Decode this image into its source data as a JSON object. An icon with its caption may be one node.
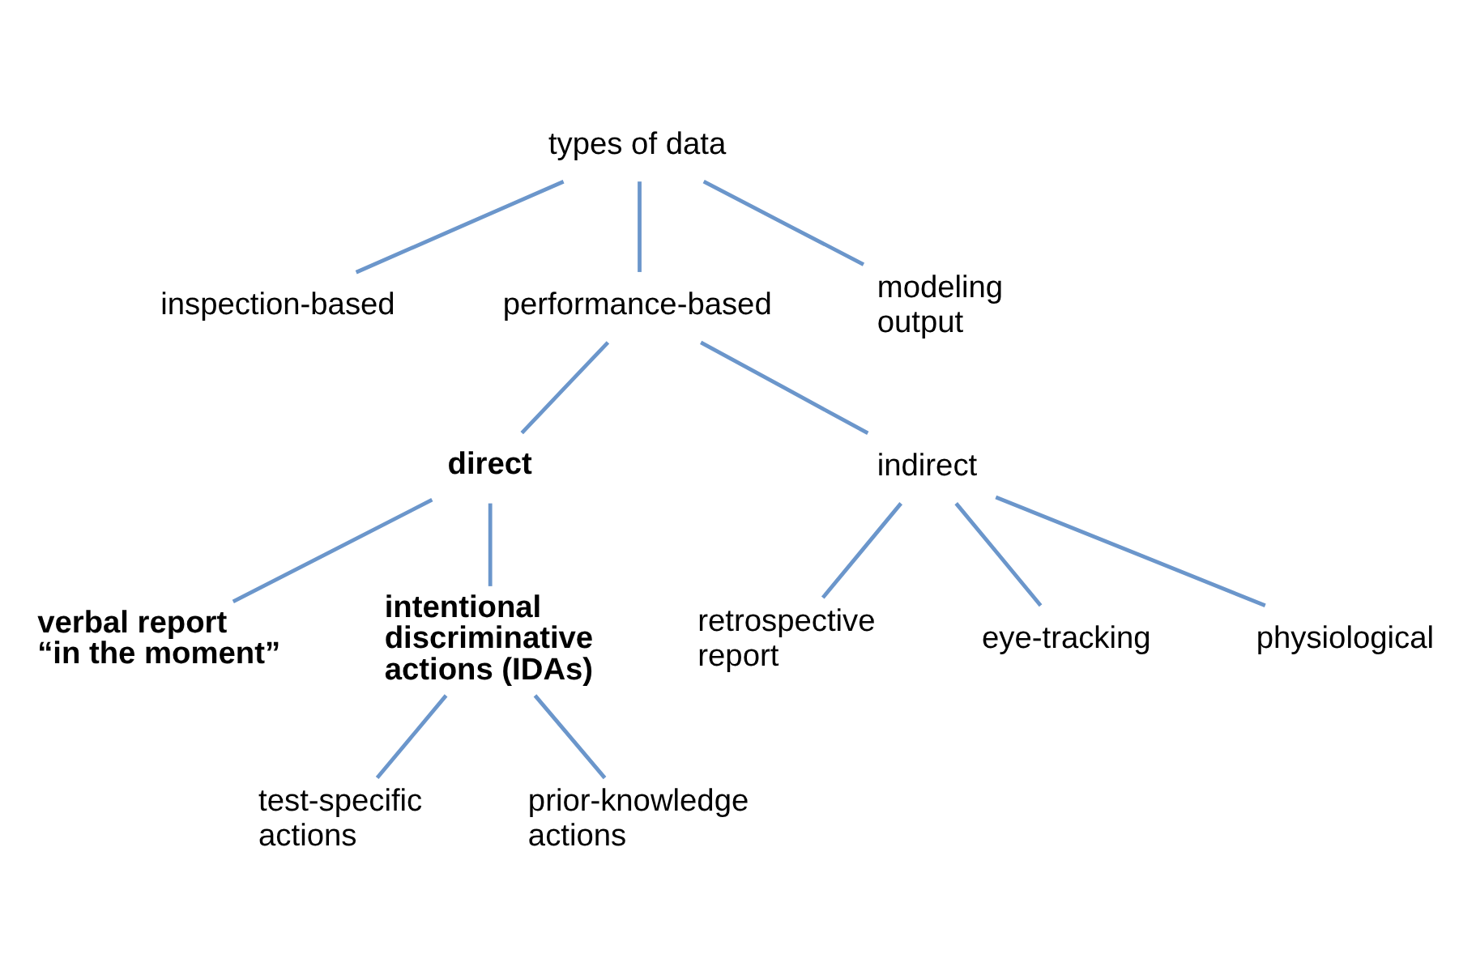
{
  "diagram": {
    "nodes": [
      {
        "text": [
          "types of data"
        ]
      },
      {
        "text": [
          "inspection-based"
        ]
      },
      {
        "text": [
          "performance-based"
        ]
      },
      {
        "text": [
          "modeling output"
        ]
      },
      {
        "text": [
          "direct"
        ]
      },
      {
        "text": [
          "indirect"
        ]
      },
      {
        "text": [
          "verbal report “in the moment”"
        ]
      },
      {
        "text": [
          "intentional discriminative actions (IDAs)"
        ]
      },
      {
        "text": [
          "retrospective report"
        ]
      },
      {
        "text": [
          "eye-tracking"
        ]
      },
      {
        "text": [
          "physiological"
        ]
      },
      {
        "text": [
          "test-specific actions"
        ]
      },
      {
        "text": [
          "prior-knowledge actions"
        ]
      }
    ],
    "edges": [
      {
        "from": 0,
        "to": 1,
        "arrow": "none"
      },
      {
        "from": 0,
        "to": 2,
        "arrow": "none"
      },
      {
        "from": 0,
        "to": 3,
        "arrow": "none"
      },
      {
        "from": 2,
        "to": 4,
        "arrow": "none"
      },
      {
        "from": 2,
        "to": 5,
        "arrow": "none"
      },
      {
        "from": 4,
        "to": 6,
        "arrow": "none"
      },
      {
        "from": 4,
        "to": 7,
        "arrow": "none"
      },
      {
        "from": 5,
        "to": 8,
        "arrow": "none"
      },
      {
        "from": 5,
        "to": 9,
        "arrow": "none"
      },
      {
        "from": 5,
        "to": 10,
        "arrow": "none"
      },
      {
        "from": 7,
        "to": 11,
        "arrow": "none"
      },
      {
        "from": 7,
        "to": 12,
        "arrow": "none"
      }
    ]
  }
}
